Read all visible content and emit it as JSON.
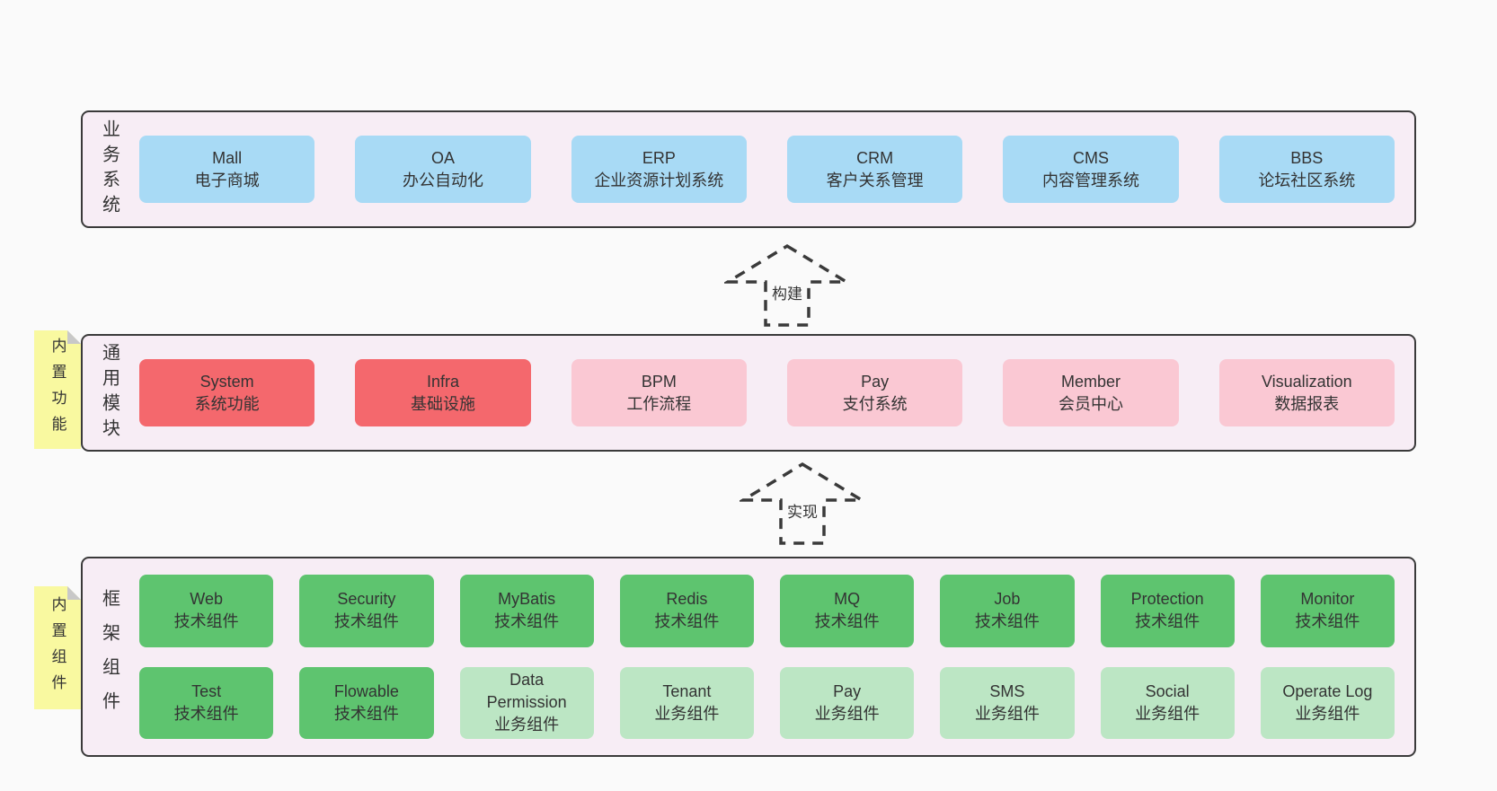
{
  "colors": {
    "page_bg": "#fafafa",
    "layer_bg": "#f7edf5",
    "line": "#3a3a3a",
    "text": "#333333",
    "blue": "#a8daf5",
    "red": "#f4686d",
    "pink": "#fac8d3",
    "green_dark": "#5ec46f",
    "green_light": "#bce6c4",
    "note_yellow": "#f9f9a0",
    "fold_gray": "#c8c8c8"
  },
  "layers": {
    "business": {
      "label": "业务系统",
      "boxes": [
        {
          "name": "Mall",
          "desc": "电子商城",
          "variant": "blue"
        },
        {
          "name": "OA",
          "desc": "办公自动化",
          "variant": "blue"
        },
        {
          "name": "ERP",
          "desc": "企业资源计划系统",
          "variant": "blue"
        },
        {
          "name": "CRM",
          "desc": "客户关系管理",
          "variant": "blue"
        },
        {
          "name": "CMS",
          "desc": "内容管理系统",
          "variant": "blue"
        },
        {
          "name": "BBS",
          "desc": "论坛社区系统",
          "variant": "blue"
        }
      ]
    },
    "modules": {
      "label": "通用模块",
      "note": "内置功能",
      "boxes": [
        {
          "name": "System",
          "desc": "系统功能",
          "variant": "red"
        },
        {
          "name": "Infra",
          "desc": "基础设施",
          "variant": "red"
        },
        {
          "name": "BPM",
          "desc": "工作流程",
          "variant": "pink"
        },
        {
          "name": "Pay",
          "desc": "支付系统",
          "variant": "pink"
        },
        {
          "name": "Member",
          "desc": "会员中心",
          "variant": "pink"
        },
        {
          "name": "Visualization",
          "desc": "数据报表",
          "variant": "pink"
        }
      ]
    },
    "framework": {
      "label": "框架组件",
      "note": "内置组件",
      "row1": [
        {
          "name": "Web",
          "desc": "技术组件",
          "variant": "green-dark"
        },
        {
          "name": "Security",
          "desc": "技术组件",
          "variant": "green-dark"
        },
        {
          "name": "MyBatis",
          "desc": "技术组件",
          "variant": "green-dark"
        },
        {
          "name": "Redis",
          "desc": "技术组件",
          "variant": "green-dark"
        },
        {
          "name": "MQ",
          "desc": "技术组件",
          "variant": "green-dark"
        },
        {
          "name": "Job",
          "desc": "技术组件",
          "variant": "green-dark"
        },
        {
          "name": "Protection",
          "desc": "技术组件",
          "variant": "green-dark"
        },
        {
          "name": "Monitor",
          "desc": "技术组件",
          "variant": "green-dark"
        }
      ],
      "row2": [
        {
          "name": "Test",
          "desc": "技术组件",
          "variant": "green-dark"
        },
        {
          "name": "Flowable",
          "desc": "技术组件",
          "variant": "green-dark"
        },
        {
          "name": "Data Permission",
          "desc": "业务组件",
          "variant": "green-light"
        },
        {
          "name": "Tenant",
          "desc": "业务组件",
          "variant": "green-light"
        },
        {
          "name": "Pay",
          "desc": "业务组件",
          "variant": "green-light"
        },
        {
          "name": "SMS",
          "desc": "业务组件",
          "variant": "green-light"
        },
        {
          "name": "Social",
          "desc": "业务组件",
          "variant": "green-light"
        },
        {
          "name": "Operate Log",
          "desc": "业务组件",
          "variant": "green-light"
        }
      ]
    }
  },
  "arrows": [
    {
      "label": "构建"
    },
    {
      "label": "实现"
    }
  ]
}
